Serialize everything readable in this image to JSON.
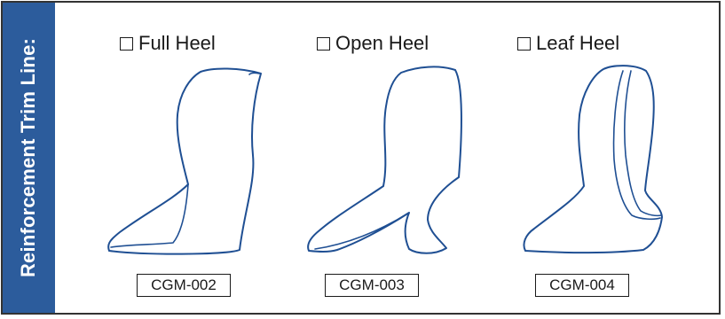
{
  "side_title": "Reinforcement Trim Line:",
  "options": [
    {
      "label": "Full Heel",
      "code": "CGM-002",
      "checked": false
    },
    {
      "label": "Open Heel",
      "code": "CGM-003",
      "checked": false
    },
    {
      "label": "Leaf Heel",
      "code": "CGM-004",
      "checked": false
    }
  ],
  "colors": {
    "side_bar": "#2c5c9c",
    "outline": "#1f4f93",
    "border": "#333333"
  }
}
